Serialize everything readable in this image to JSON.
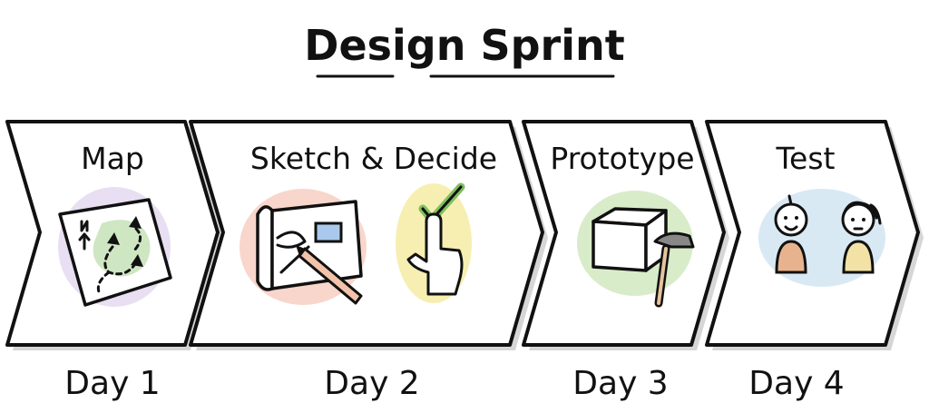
{
  "title": "Design Sprint",
  "phases": [
    {
      "label": "Map",
      "day": "Day 1",
      "icon": "treasure-map-icon"
    },
    {
      "label": "Sketch & Decide",
      "day": "Day 2",
      "icon": "sketch-pencil-icon"
    },
    {
      "label": "Prototype",
      "day": "Day 3",
      "icon": "box-hammer-icon"
    },
    {
      "label": "Test",
      "day": "Day 4",
      "icon": "two-people-icon"
    }
  ],
  "extra_icons": [
    "hand-checkmark-icon"
  ],
  "colors": {
    "ink": "#111111",
    "map_halo": "#e8dff2",
    "map_green": "#cfe6c3",
    "sketch_halo": "#f8d6cc",
    "sketch_blue": "#a9c8ec",
    "decide_halo": "#f6efb1",
    "check_green": "#7fbf5f",
    "prototype_halo": "#d9ecc9",
    "test_halo": "#d9e9f4",
    "person_orange": "#e7b38f",
    "person_yellow": "#f3e2a6"
  }
}
